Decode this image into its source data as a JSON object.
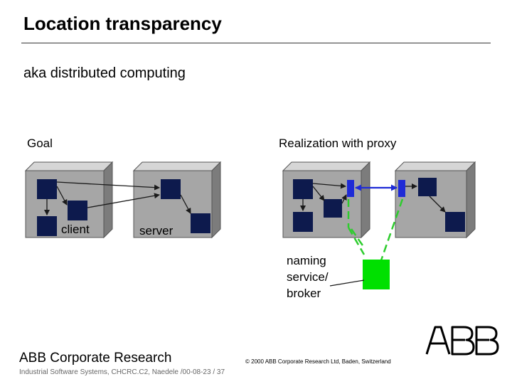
{
  "slide": {
    "title": "Location transparency",
    "subtitle": "aka distributed computing"
  },
  "goal": {
    "heading": "Goal",
    "client_label": "client",
    "server_label": "server"
  },
  "realization": {
    "heading": "Realization with proxy",
    "naming_lines": [
      "naming",
      "service/",
      "broker"
    ]
  },
  "colors": {
    "box_face": "#a6a6a6",
    "object": "#0d1a4d",
    "proxy": "#1f2bd6",
    "broker": "#00e000",
    "dashed": "#2ecc2e"
  },
  "footer": {
    "org": "ABB Corporate Research",
    "sub": "Industrial Software Systems, CHCRC.C2, Naedele /00-08-23 / 37",
    "copyright": "© 2000 ABB Corporate Research Ltd, Baden, Switzerland",
    "logo": "ABB"
  }
}
